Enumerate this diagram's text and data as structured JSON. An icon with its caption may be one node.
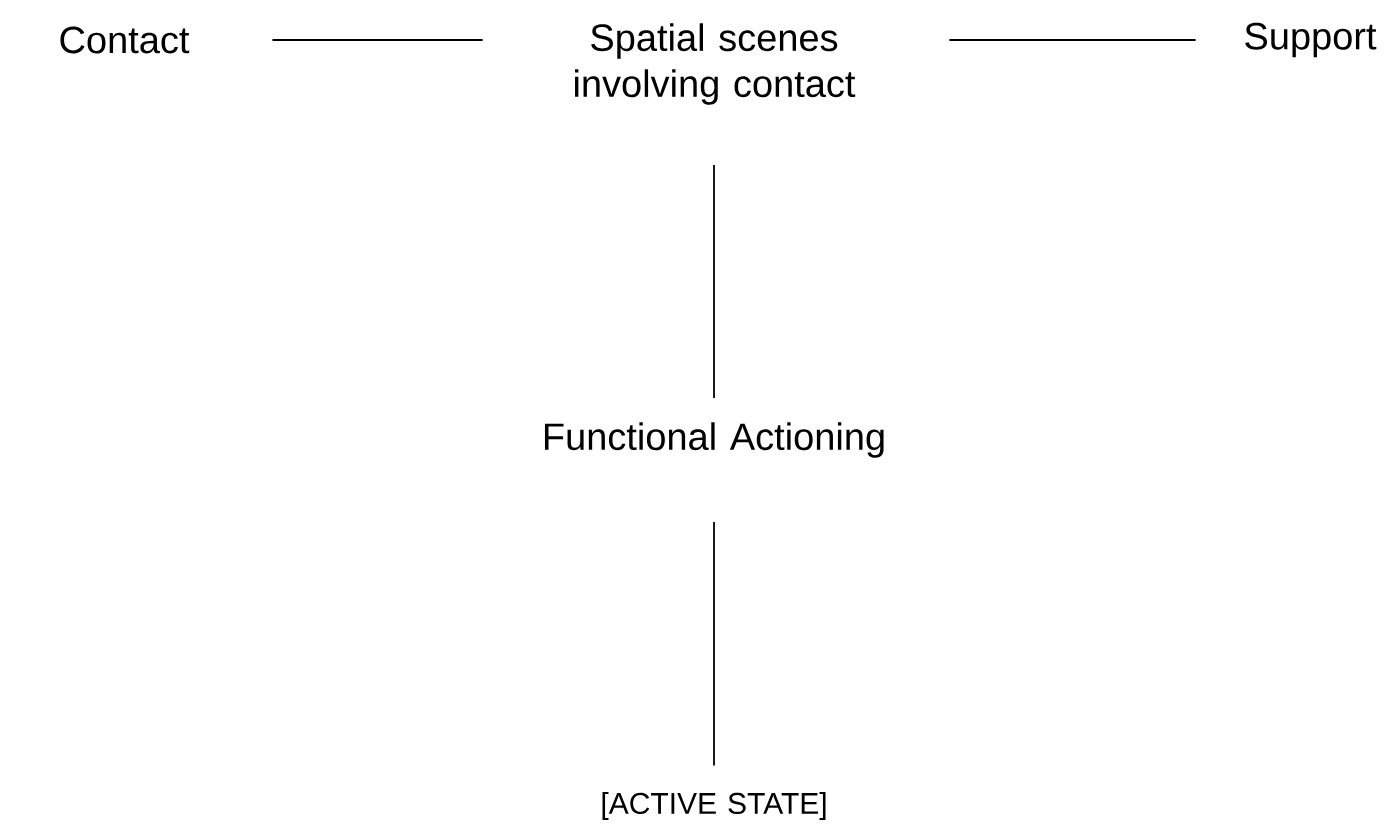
{
  "diagram": {
    "nodes": [
      {
        "text": [
          "Contact"
        ]
      },
      {
        "text": [
          "Spatial scenes involving contact"
        ]
      },
      {
        "text": [
          "Support"
        ]
      },
      {
        "text": [
          "Functional Actioning"
        ]
      },
      {
        "text": [
          "[ACTIVE STATE]"
        ]
      }
    ],
    "edges": [
      {
        "from": 0,
        "to": 1,
        "arrow": "none"
      },
      {
        "from": 1,
        "to": 2,
        "arrow": "none"
      },
      {
        "from": 1,
        "to": 3,
        "arrow": "none"
      },
      {
        "from": 3,
        "to": 4,
        "arrow": "none"
      }
    ]
  }
}
